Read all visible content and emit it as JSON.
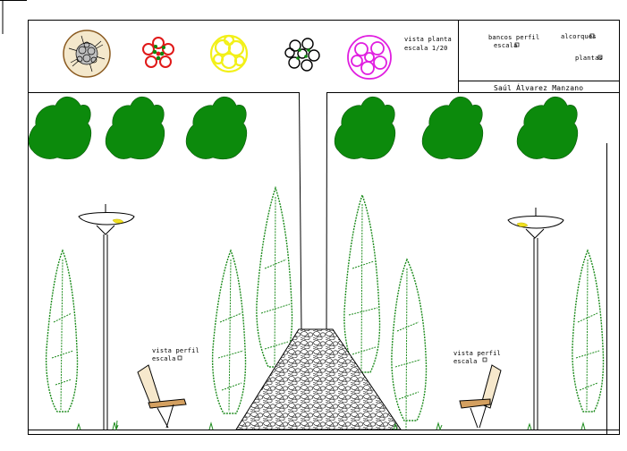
{
  "sheet": {
    "author": "Saúl Álvarez Manzano",
    "plan_label": "vista planta",
    "plan_scale": "escala 1/20",
    "benches_label": "bancos perfil",
    "benches_scale": "escala",
    "tubs_label": "alcorques",
    "plants_label": "plantas",
    "profile_label_left": "vista perfil",
    "profile_scale_left": "escala",
    "profile_label_right": "vista perfil",
    "profile_scale_right": "escala"
  },
  "colors": {
    "tree_green": "#0c8a0c",
    "cypress_green": "#1e8c1e",
    "flower_red": "#e01818",
    "flower_yellow": "#f2f018",
    "flower_magenta": "#e01ee0",
    "lamp_yellow": "#f0e020",
    "bench_tan": "#d4a060",
    "line": "#000000"
  },
  "icons": [
    "plan-flower-brown",
    "plan-flower-red",
    "plan-flower-yellow",
    "plan-flower-black",
    "plan-flower-magenta",
    "tree-icon",
    "cypress-icon",
    "street-lamp-icon",
    "bench-icon",
    "stone-mound-icon"
  ]
}
